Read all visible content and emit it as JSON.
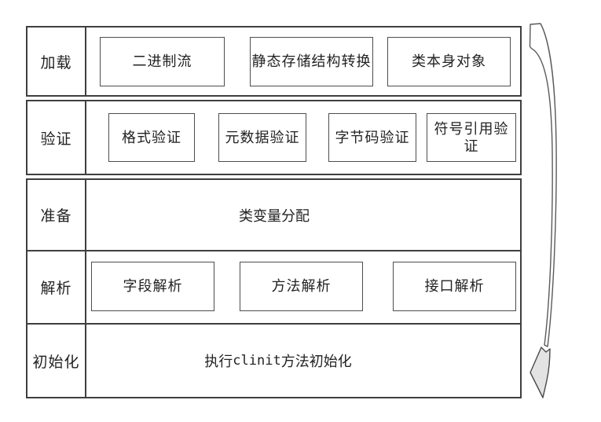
{
  "diagram": {
    "rows": [
      {
        "label": "加载",
        "items": [
          "二进制流",
          "静态存储结构转换",
          "类本身对象"
        ]
      },
      {
        "label": "验证",
        "items": [
          "格式验证",
          "元数据验证",
          "字节码验证",
          "符号引用验证"
        ]
      },
      {
        "label": "准备",
        "text": "类变量分配"
      },
      {
        "label": "解析",
        "items": [
          "字段解析",
          "方法解析",
          "接口解析"
        ]
      },
      {
        "label": "初始化",
        "text_prefix": "执行",
        "text_code": "clinit",
        "text_suffix": "方法初始化"
      }
    ],
    "arrow": {
      "icon": "curved-down-arrow",
      "direction": "top-to-bottom"
    },
    "colors": {
      "row_border": "#3f3f3f",
      "box_border": "#4d4d4d",
      "text": "#222222",
      "arrow_head_fill": "#e3e3e3",
      "background": "#ffffff"
    }
  }
}
